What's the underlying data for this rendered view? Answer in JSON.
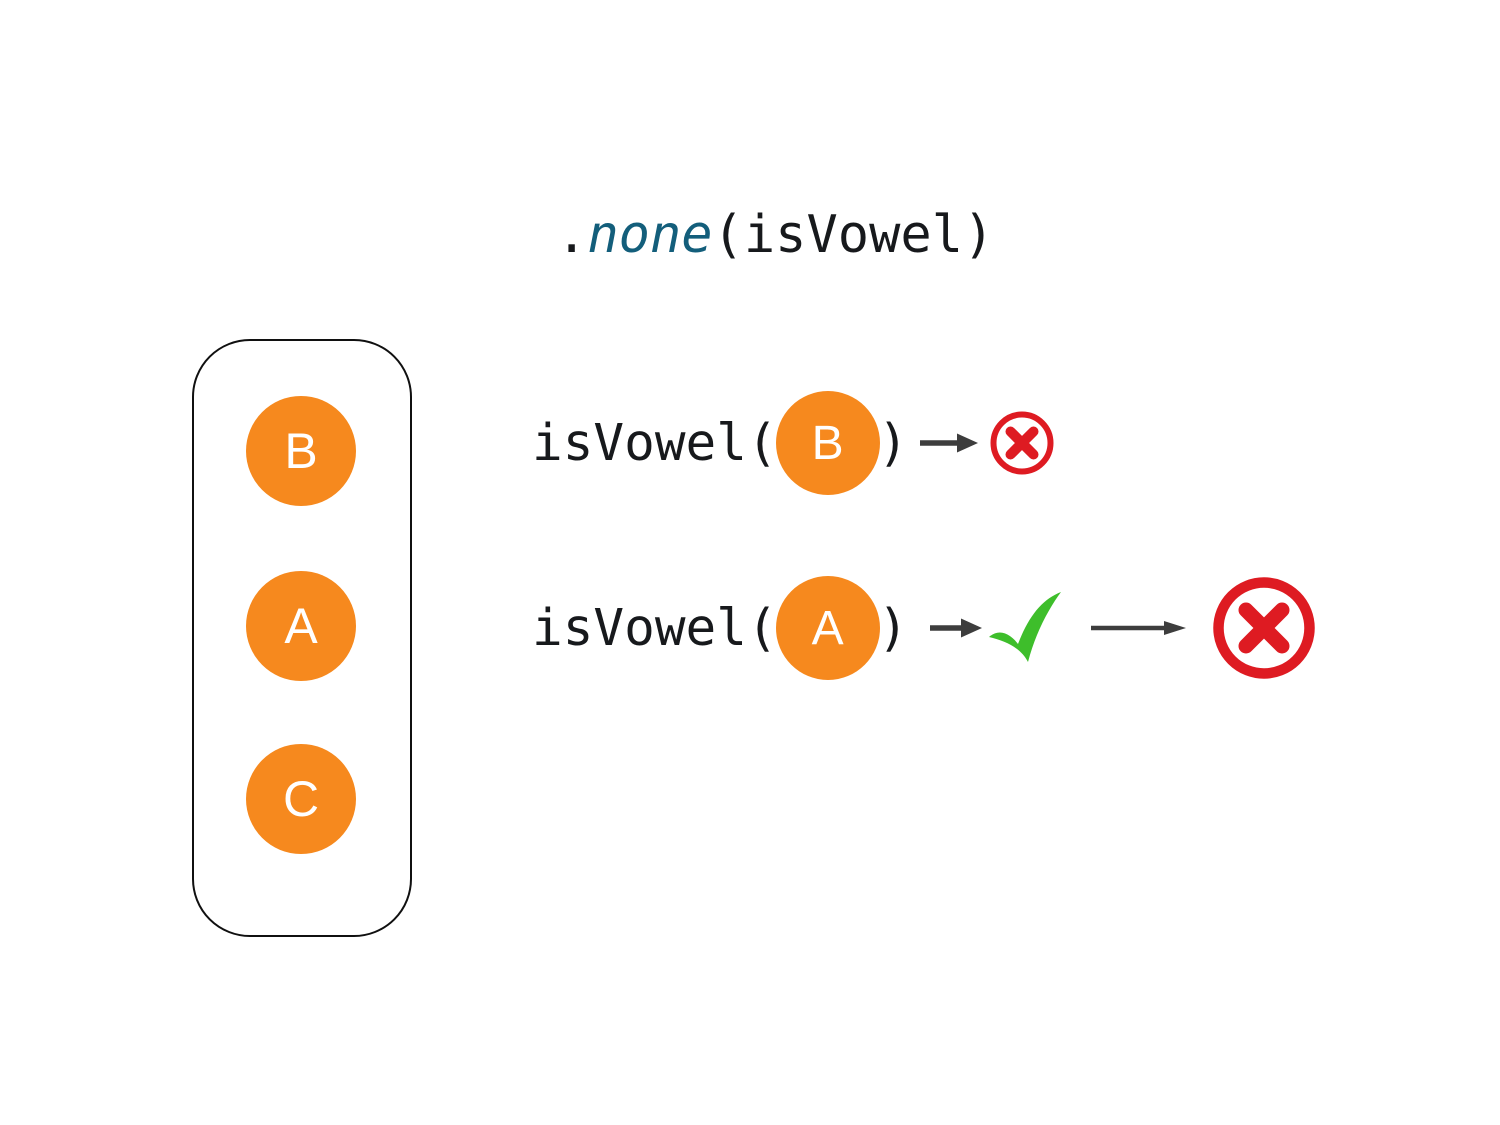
{
  "title": {
    "dot": ".",
    "method": "none",
    "args": "(isVowel)"
  },
  "collection": {
    "items": [
      {
        "label": "B"
      },
      {
        "label": "A"
      },
      {
        "label": "C"
      }
    ]
  },
  "rows": [
    {
      "call_open": "isVowel(",
      "arg": "B",
      "call_close": ")",
      "icons": [
        "arrow-right-icon",
        "cross-circle-icon"
      ]
    },
    {
      "call_open": "isVowel(",
      "arg": "A",
      "call_close": ")",
      "icons": [
        "arrow-right-icon",
        "check-icon",
        "arrow-right-icon",
        "cross-circle-icon"
      ]
    }
  ],
  "colors": {
    "circle_orange": "#F6891E",
    "cross_red": "#DE1B22",
    "check_green": "#3EBE2B",
    "method_teal": "#135E7B",
    "arrow_gray": "#3D3D3D",
    "code_text": "#17191C"
  }
}
